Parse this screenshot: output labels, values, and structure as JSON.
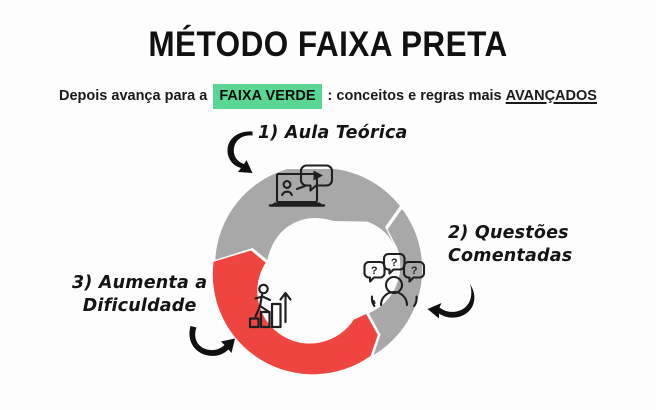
{
  "header": {
    "title": "MÉTODO FAIXA PRETA",
    "subtitle_before": "Depois avança para a",
    "subtitle_highlight": "FAIXA VERDE",
    "subtitle_middle": ": conceitos e regras mais",
    "subtitle_emphasis": "AVANÇADOS"
  },
  "colors": {
    "background": "#fdfdfd",
    "text": "#141414",
    "highlight_green": "#5ad694",
    "segment_gray": "#a8a8a8",
    "segment_red": "#ee4540",
    "icon_dark": "#1f1f1f",
    "arrow": "#101010"
  },
  "cycle": {
    "steps": [
      {
        "number": "1)",
        "label": "1) Aula Teórica",
        "icon": "laptop-video-lesson-icon",
        "color": "#a8a8a8",
        "position": "top"
      },
      {
        "number": "2)",
        "label_line1": "2) Questões",
        "label_line2": "Comentadas",
        "icon": "people-question-marks-icon",
        "color": "#a8a8a8",
        "position": "right"
      },
      {
        "number": "3)",
        "label_line1": "3) Aumenta a",
        "label_line2": "Dificuldade",
        "icon": "person-climbing-bars-icon",
        "color": "#ee4540",
        "position": "left"
      }
    ]
  }
}
